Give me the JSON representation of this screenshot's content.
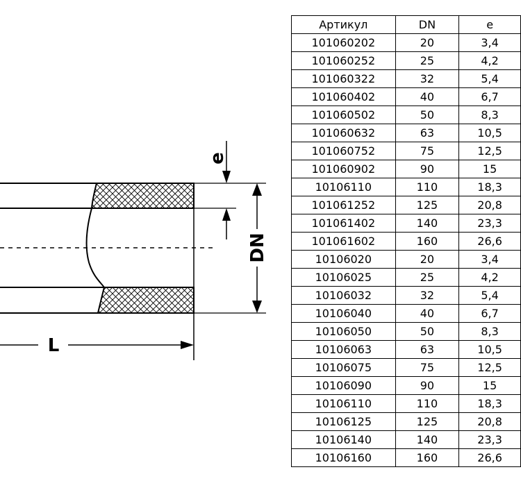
{
  "drawing": {
    "labels": {
      "thickness": "e",
      "diameter": "DN",
      "length": "L"
    }
  },
  "table": {
    "headers": [
      "Артикул",
      "DN",
      "e"
    ],
    "rows": [
      [
        "101060202",
        "20",
        "3,4"
      ],
      [
        "101060252",
        "25",
        "4,2"
      ],
      [
        "101060322",
        "32",
        "5,4"
      ],
      [
        "101060402",
        "40",
        "6,7"
      ],
      [
        "101060502",
        "50",
        "8,3"
      ],
      [
        "101060632",
        "63",
        "10,5"
      ],
      [
        "101060752",
        "75",
        "12,5"
      ],
      [
        "101060902",
        "90",
        "15"
      ],
      [
        "10106110",
        "110",
        "18,3"
      ],
      [
        "101061252",
        "125",
        "20,8"
      ],
      [
        "101061402",
        "140",
        "23,3"
      ],
      [
        "101061602",
        "160",
        "26,6"
      ],
      [
        "10106020",
        "20",
        "3,4"
      ],
      [
        "10106025",
        "25",
        "4,2"
      ],
      [
        "10106032",
        "32",
        "5,4"
      ],
      [
        "10106040",
        "40",
        "6,7"
      ],
      [
        "10106050",
        "50",
        "8,3"
      ],
      [
        "10106063",
        "63",
        "10,5"
      ],
      [
        "10106075",
        "75",
        "12,5"
      ],
      [
        "10106090",
        "90",
        "15"
      ],
      [
        "10106110",
        "110",
        "18,3"
      ],
      [
        "10106125",
        "125",
        "20,8"
      ],
      [
        "10106140",
        "140",
        "23,3"
      ],
      [
        "10106160",
        "160",
        "26,6"
      ]
    ]
  }
}
